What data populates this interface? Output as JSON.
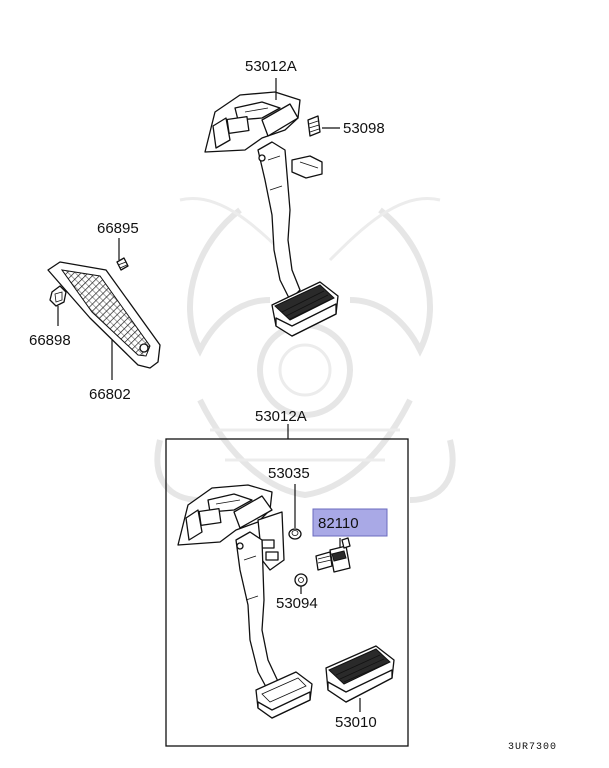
{
  "diagram": {
    "labels": {
      "top_pedal_assembly": "53012A",
      "top_bolt": "53098",
      "screw": "66895",
      "nut": "66898",
      "pad": "66802",
      "box_assembly": "53012A",
      "bushing": "53035",
      "switch": "82110",
      "washer": "53094",
      "pedal_pad": "53010"
    },
    "highlight_color": "#a9a9e6",
    "diagram_code": "3UR7300"
  }
}
